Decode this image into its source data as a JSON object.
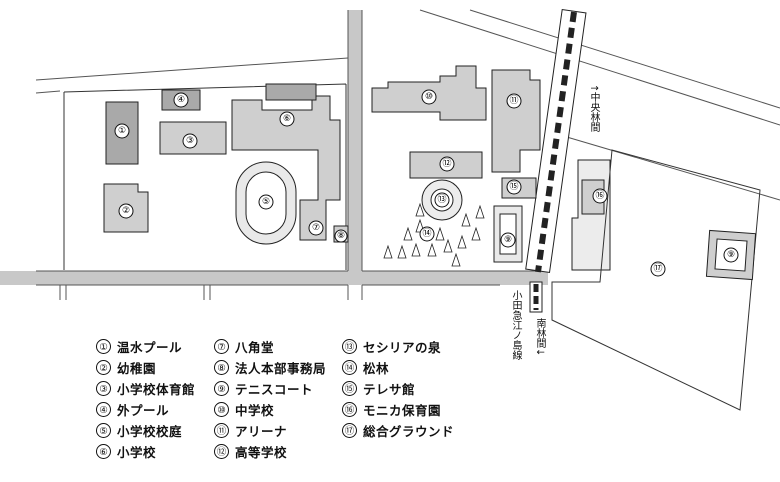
{
  "markers": [
    "①",
    "②",
    "③",
    "④",
    "⑤",
    "⑥",
    "⑦",
    "⑧",
    "⑨",
    "⑩",
    "⑪",
    "⑫",
    "⑬",
    "⑭",
    "⑮",
    "⑯",
    "⑰"
  ],
  "legend": [
    {
      "num": "①",
      "label": "温水プール"
    },
    {
      "num": "②",
      "label": "幼稚園"
    },
    {
      "num": "③",
      "label": "小学校体育館"
    },
    {
      "num": "④",
      "label": "外プール"
    },
    {
      "num": "⑤",
      "label": "小学校校庭"
    },
    {
      "num": "⑥",
      "label": "小学校"
    },
    {
      "num": "⑦",
      "label": "八角堂"
    },
    {
      "num": "⑧",
      "label": "法人本部事務局"
    },
    {
      "num": "⑨",
      "label": "テニスコート"
    },
    {
      "num": "⑩",
      "label": "中学校"
    },
    {
      "num": "⑪",
      "label": "アリーナ"
    },
    {
      "num": "⑫",
      "label": "高等学校"
    },
    {
      "num": "⑬",
      "label": "セシリアの泉"
    },
    {
      "num": "⑭",
      "label": "松林"
    },
    {
      "num": "⑮",
      "label": "テレサ館"
    },
    {
      "num": "⑯",
      "label": "モニカ保育園"
    },
    {
      "num": "⑰",
      "label": "総合グラウンド"
    }
  ],
  "station_labels": {
    "chuo_rinkan": "↑中央林間",
    "minami_rinkan": "南林間↓",
    "line_name": "小田急江ノ島線"
  },
  "colors": {
    "building": "#cfcfcf",
    "dark_building": "#a9a9a9",
    "road": "#d2d2d2",
    "line": "#111111"
  }
}
